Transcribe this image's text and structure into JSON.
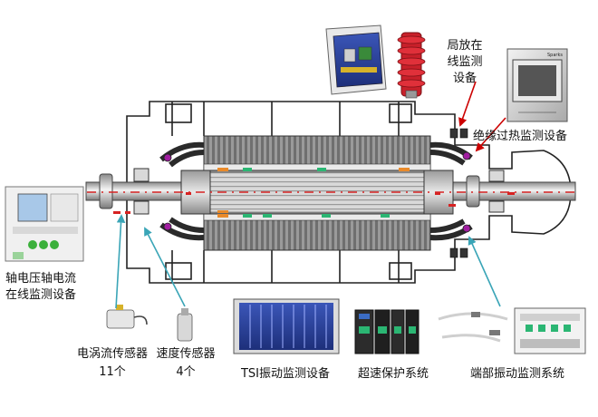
{
  "labels": {
    "pd_line1": "局放在",
    "pd_line2": "线监测",
    "pd_line3": "设备",
    "insulation": "绝缘过热监测设备",
    "shaft_line1": "轴电压轴电流",
    "shaft_line2": "在线监测设备",
    "eddy_line1": "电涡流传感器",
    "eddy_line2": "11个",
    "speed_line1": "速度传感器",
    "speed_line2": "4个",
    "tsi": "TSI振动监测设备",
    "overspeed": "超速保护系统",
    "endwinding": "端部振动监测系统"
  },
  "device_text": {
    "sparks": "Sparks"
  },
  "colors": {
    "frame": "#222222",
    "core_gray": "#8f8f8f",
    "rotor_gray": "#c4c4c4",
    "arrow_red": "#cc0000",
    "leader_teal": "#3aa5b7",
    "accent_orange": "#e98a2a",
    "accent_green": "#2bb673",
    "accent_magenta": "#a01ea0",
    "accent_red": "#d62222"
  }
}
